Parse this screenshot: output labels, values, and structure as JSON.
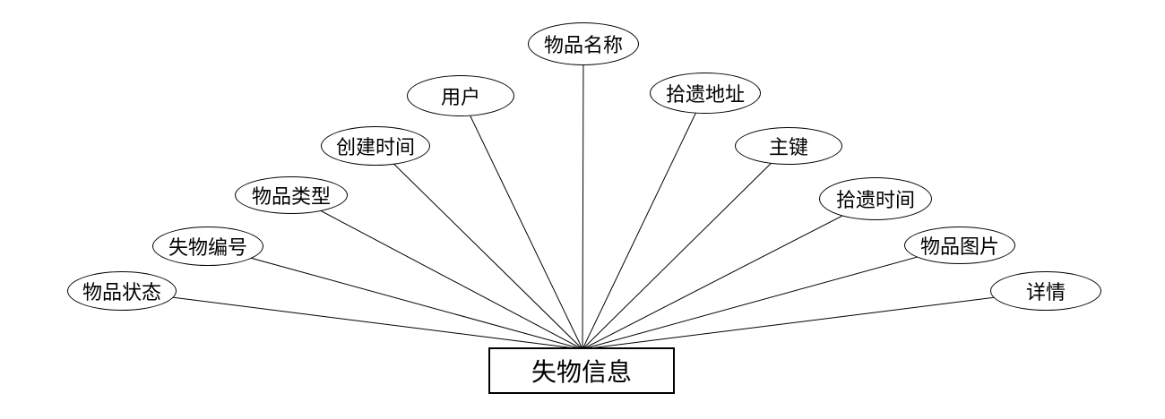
{
  "diagram": {
    "type": "er-attribute-diagram",
    "entity": {
      "label": "失物信息"
    },
    "attributes": [
      {
        "id": "item-name",
        "label": "物品名称"
      },
      {
        "id": "user",
        "label": "用户"
      },
      {
        "id": "pickup-address",
        "label": "拾遗地址"
      },
      {
        "id": "create-time",
        "label": "创建时间"
      },
      {
        "id": "primary-key",
        "label": "主键"
      },
      {
        "id": "item-type",
        "label": "物品类型"
      },
      {
        "id": "pickup-time",
        "label": "拾遗时间"
      },
      {
        "id": "lost-item-number",
        "label": "失物编号"
      },
      {
        "id": "item-image",
        "label": "物品图片"
      },
      {
        "id": "item-status",
        "label": "物品状态"
      },
      {
        "id": "details",
        "label": "详情"
      }
    ],
    "colors": {
      "stroke": "#000000",
      "background": "#ffffff"
    }
  }
}
